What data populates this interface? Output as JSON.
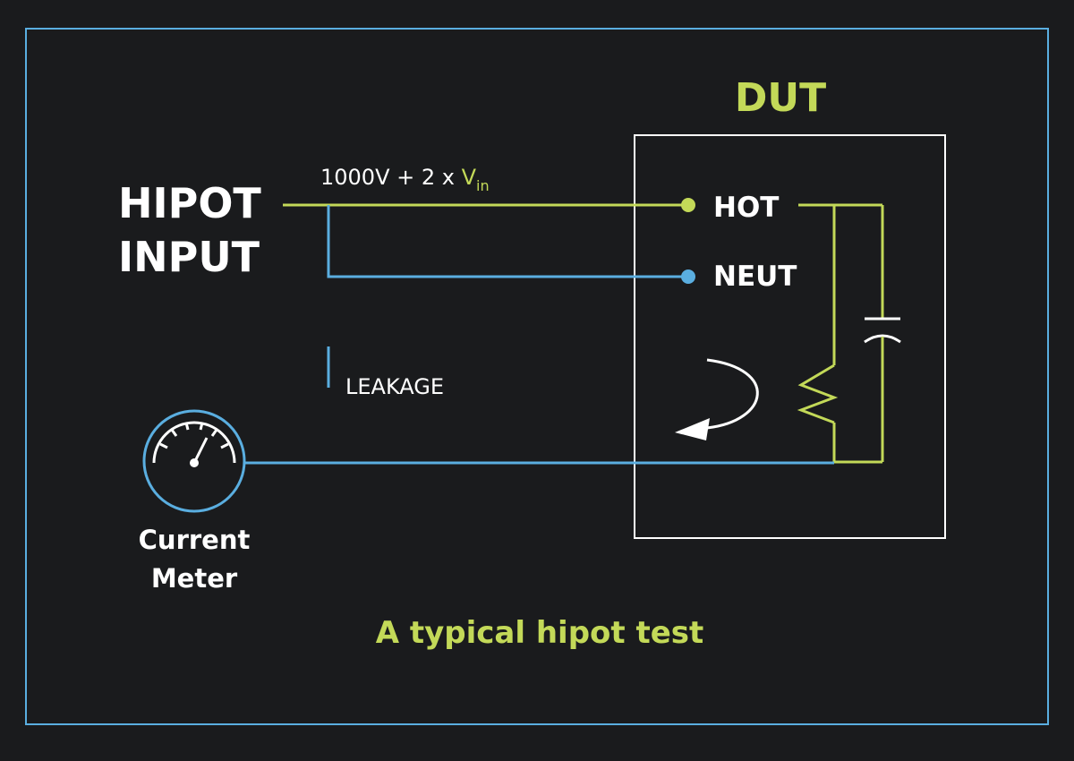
{
  "colors": {
    "background": "#1a1b1d",
    "frame": "#5aaee0",
    "accent_green": "#c3d958",
    "accent_blue": "#5aaee0",
    "text": "#ffffff"
  },
  "labels": {
    "hipot_line1": "HIPOT",
    "hipot_line2": "INPUT",
    "voltage_prefix": "1000V + 2 x ",
    "voltage_var": "V",
    "voltage_sub": "in",
    "dut": "DUT",
    "hot": "HOT",
    "neut": "NEUT",
    "leakage": "LEAKAGE",
    "meter_line1": "Current",
    "meter_line2": "Meter",
    "caption": "A typical hipot test"
  },
  "icons": {
    "meter": "gauge-icon",
    "current_flow": "curved-arrow-icon",
    "resistor": "resistor-symbol",
    "capacitor": "capacitor-symbol"
  }
}
